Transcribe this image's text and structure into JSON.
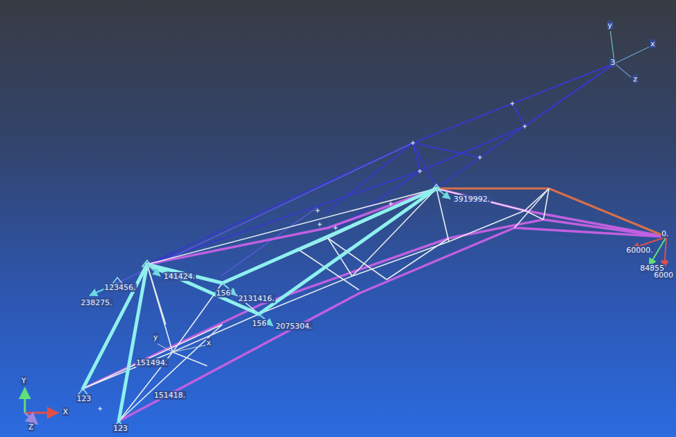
{
  "diagram": {
    "labels": [
      "y",
      "x",
      "z",
      "3",
      "0.",
      "60000.",
      "84855",
      "6000",
      "3919992.",
      "123456.",
      "238275.",
      "141424.",
      "156",
      "2131416.",
      "156",
      "2075304.",
      "151494.",
      "151418.",
      "123",
      "123",
      "y",
      "x",
      "Y",
      "X",
      "Z"
    ]
  }
}
